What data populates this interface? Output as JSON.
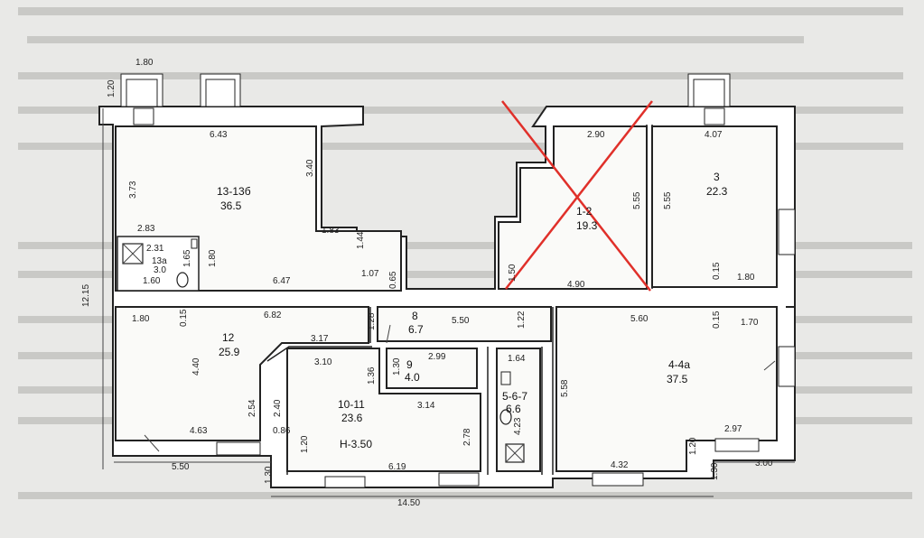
{
  "rooms": [
    {
      "id": "13-13b",
      "label": "13-13б",
      "area": "36.5"
    },
    {
      "id": "1-2",
      "label": "1-2",
      "area": "19.3"
    },
    {
      "id": "3",
      "label": "3",
      "area": "22.3"
    },
    {
      "id": "13a",
      "label": "13а",
      "area": "3.0"
    },
    {
      "id": "12",
      "label": "12",
      "area": "25.9"
    },
    {
      "id": "8",
      "label": "8",
      "area": "6.7"
    },
    {
      "id": "9",
      "label": "9",
      "area": "4.0"
    },
    {
      "id": "10-11",
      "label": "10-11",
      "area": "23.6"
    },
    {
      "id": "5-6-7",
      "label": "5-6-7",
      "area": "6.6"
    },
    {
      "id": "4-4a",
      "label": "4-4а",
      "area": "37.5"
    }
  ],
  "height_label": "Н-3.50",
  "dimensions": {
    "d_1_80_top": "1.80",
    "d_1_20_top": "1.20",
    "d_6_43": "6.43",
    "d_3_73": "3.73",
    "d_3_40": "3.40",
    "d_2_83": "2.83",
    "d_2_31": "2.31",
    "d_1_65": "1.65",
    "d_1_80_a": "1.80",
    "d_1_60": "1.60",
    "d_1_83": "1.83",
    "d_1_44": "1.44",
    "d_6_47": "6.47",
    "d_1_07": "1.07",
    "d_0_65": "0.65",
    "d_12_15": "12.15",
    "d_1_50": "1.50",
    "d_2_90": "2.90",
    "d_5_55_a": "5.55",
    "d_5_55_b": "5.55",
    "d_4_07": "4.07",
    "d_4_90": "4.90",
    "d_0_15_a": "0.15",
    "d_1_80_b": "1.80",
    "d_1_80_c": "1.80",
    "d_0_15_b": "0.15",
    "d_6_82": "6.82",
    "d_1_28": "1.28",
    "d_5_50_mid": "5.50",
    "d_1_22": "1.22",
    "d_5_60": "5.60",
    "d_0_15_c": "0.15",
    "d_1_70": "1.70",
    "d_3_17": "3.17",
    "d_4_40": "4.40",
    "d_3_10": "3.10",
    "d_1_36": "1.36",
    "d_1_30_a": "1.30",
    "d_2_99": "2.99",
    "d_1_64": "1.64",
    "d_5_58": "5.58",
    "d_2_40": "2.40",
    "d_2_54": "2.54",
    "d_3_14": "3.14",
    "d_4_23": "4.23",
    "d_2_78": "2.78",
    "d_4_63": "4.63",
    "d_0_86": "0.86",
    "d_1_20_a": "1.20",
    "d_2_97": "2.97",
    "d_1_20_b": "1.20",
    "d_5_50_bot": "5.50",
    "d_6_19": "6.19",
    "d_4_32": "4.32",
    "d_3_00": "3.00",
    "d_1_30_b": "1.30",
    "d_1_30_c": "1.30",
    "d_14_50": "14.50"
  },
  "colors": {
    "cross": "#e0302a",
    "paper": "#e9e9e7",
    "ink": "#222222"
  }
}
